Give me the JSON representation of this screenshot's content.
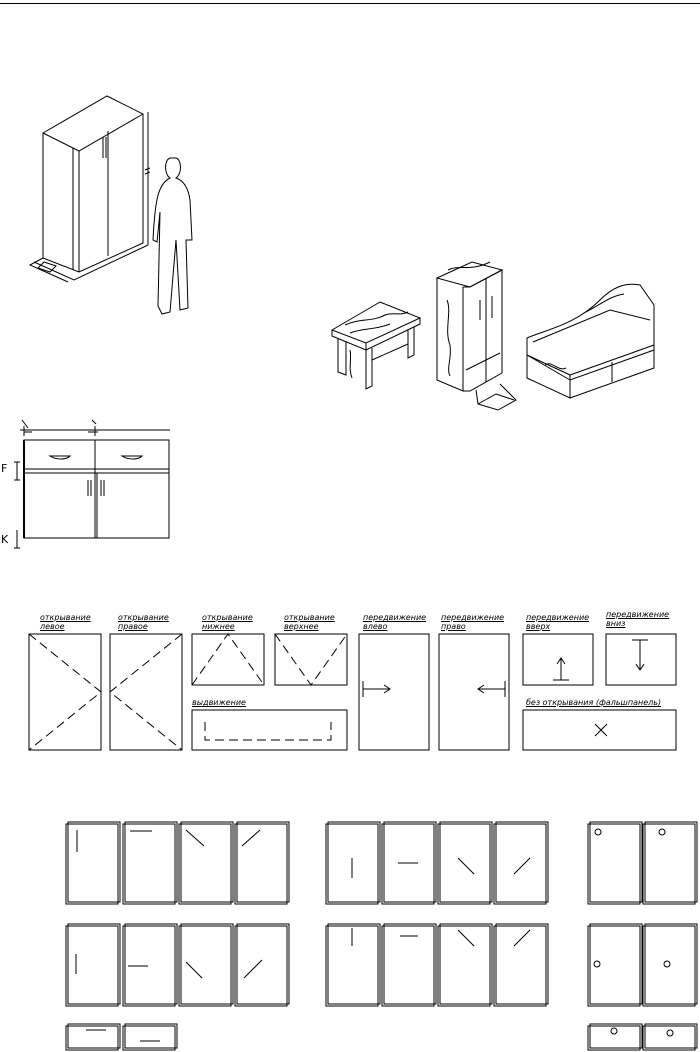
{
  "dimension_labels": {
    "f": "F",
    "k": "K"
  },
  "legend": {
    "open_left": "открывание\nлевое",
    "open_right": "открывание\nправое",
    "open_bottom": "открывание\nнижнее",
    "open_top": "открывание\nверхнее",
    "slide_left": "передвижение\nвлево",
    "slide_right": "передвижение\nправо",
    "slide_up": "передвижение\nвверх",
    "slide_down": "передвижение\nвниз",
    "pull_out": "выдвижение",
    "no_opening": "без открывания (фальшпанель)"
  }
}
